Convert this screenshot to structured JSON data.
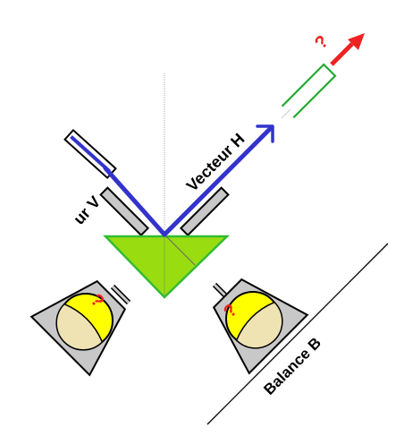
{
  "labels": {
    "vector_v": "ur V",
    "vector_h": "Vecteur H",
    "balance": "Balance B",
    "question_top": "?",
    "question_left": "?",
    "question_right": "?"
  },
  "colors": {
    "vector": "#3333cc",
    "prism": "#99dd11",
    "prism_edge": "#33bb33",
    "detector_green": "#22aa33",
    "arrow_red": "#ee2222",
    "question_red": "#ee2222",
    "housing_gray": "#c8c8c8",
    "lamp_yellow": "#ffff00",
    "lamp_cream": "#efe3b4"
  }
}
